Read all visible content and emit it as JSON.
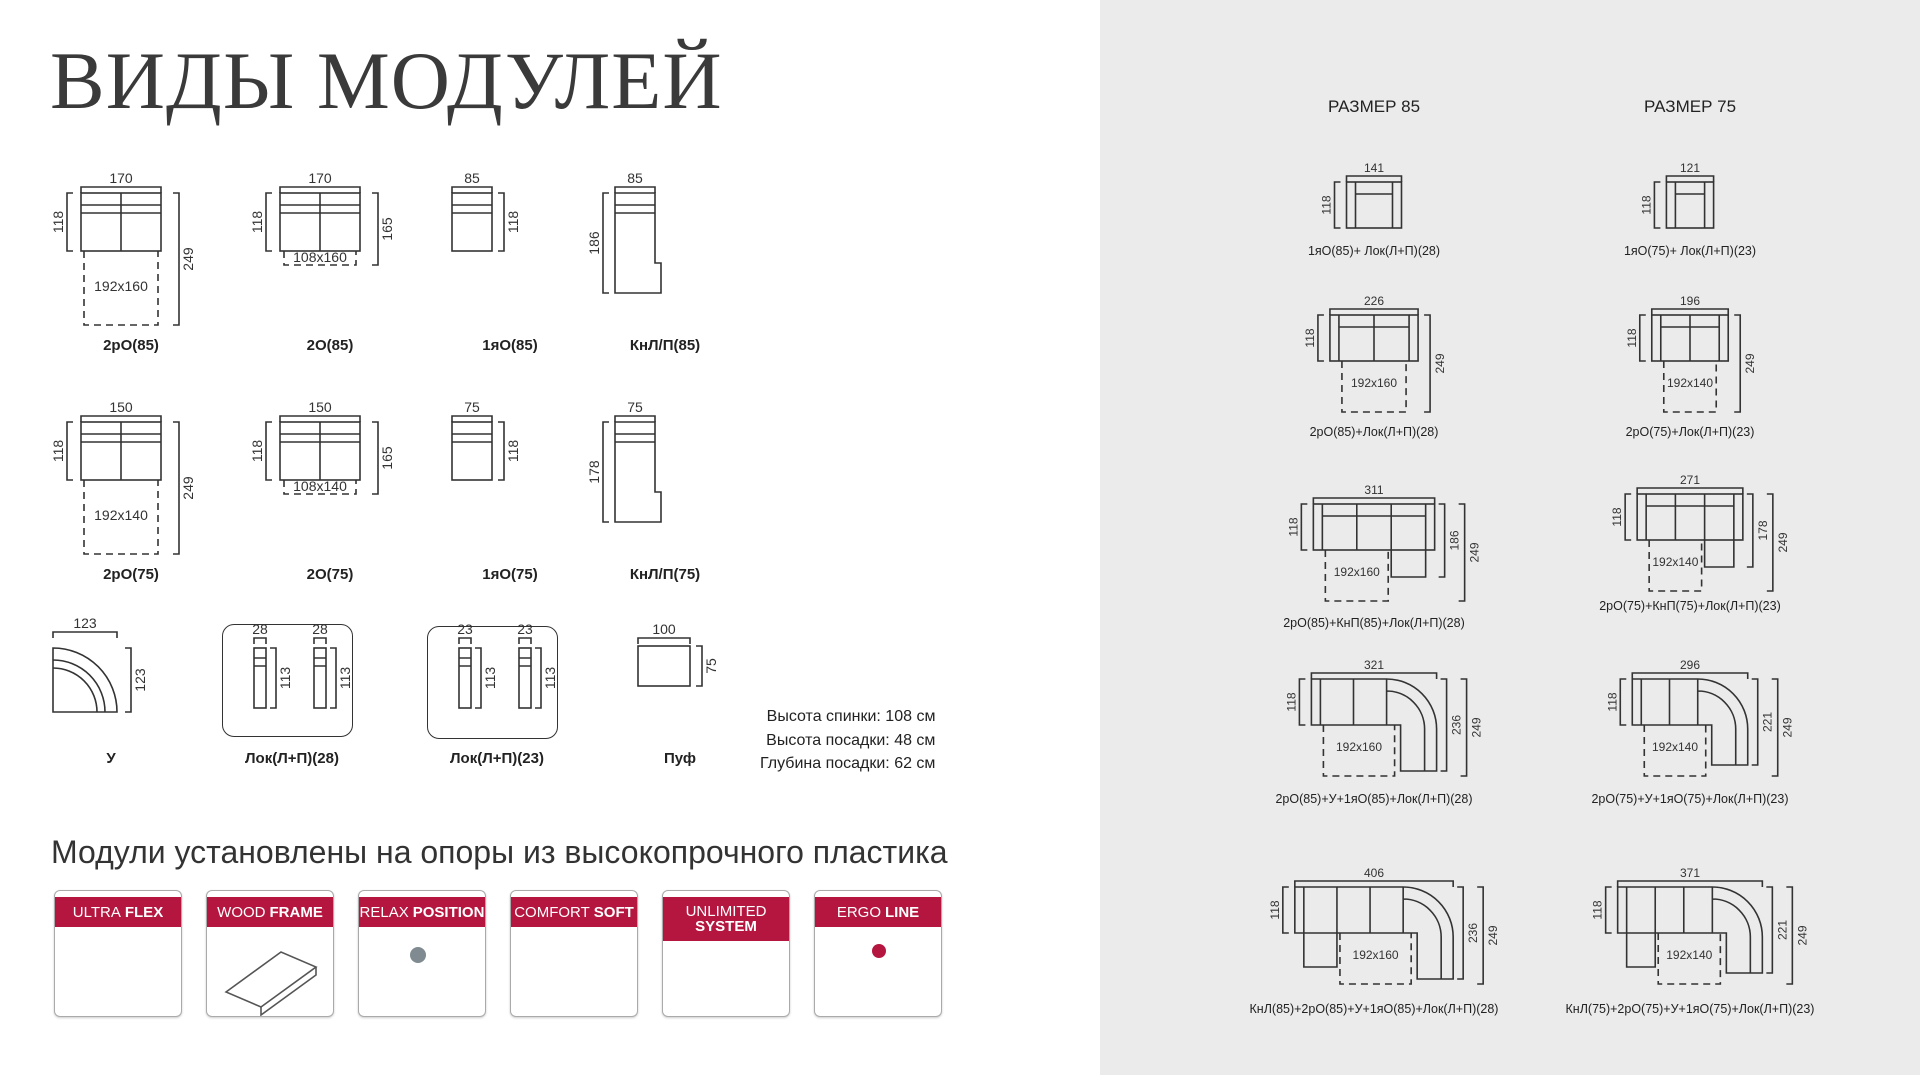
{
  "title": "ВИДЫ МОДУЛЕЙ",
  "left": {
    "modules": [
      {
        "label": "2рО(85)",
        "dims": [
          "170",
          "118",
          "249"
        ],
        "bed": "192x160"
      },
      {
        "label": "2О(85)",
        "dims": [
          "170",
          "118",
          "165"
        ],
        "bed": "108x160"
      },
      {
        "label": "1яО(85)",
        "dims": [
          "85",
          "118"
        ]
      },
      {
        "label": "КнЛ/П(85)",
        "dims": [
          "85",
          "186"
        ]
      },
      {
        "label": "2рО(75)",
        "dims": [
          "150",
          "118",
          "249"
        ],
        "bed": "192x140"
      },
      {
        "label": "2О(75)",
        "dims": [
          "150",
          "118",
          "165"
        ],
        "bed": "108x140"
      },
      {
        "label": "1яО(75)",
        "dims": [
          "75",
          "118"
        ]
      },
      {
        "label": "КнЛ/П(75)",
        "dims": [
          "75",
          "178"
        ]
      },
      {
        "label": "У",
        "dims": [
          "123",
          "123"
        ]
      },
      {
        "label": "Лок(Л+П)(28)",
        "dims": [
          "28",
          "28",
          "113",
          "113"
        ]
      },
      {
        "label": "Лок(Л+П)(23)",
        "dims": [
          "23",
          "23",
          "113",
          "113"
        ]
      },
      {
        "label": "Пуф",
        "dims": [
          "100",
          "75"
        ]
      }
    ],
    "specs": [
      "Высота спинки: 108 см",
      "Высота посадки:  48 см",
      "Глубина посадки: 62 см"
    ],
    "subtitle": "Модули установлены на опоры из высокопрочного пластика",
    "badges": [
      {
        "light": "ULTRA",
        "bold": "FLEX",
        "icon": "foam-layers-icon"
      },
      {
        "light": "WOOD",
        "bold": "FRAME",
        "icon": "wood-plank-icon"
      },
      {
        "light": "RELAX",
        "bold": "POSITION",
        "icon": "recliner-icon"
      },
      {
        "light": "COMFORT",
        "bold": "SOFT",
        "icon": "feather-icon"
      },
      {
        "light": "UNLIMITED",
        "bold": "SYSTEM",
        "icon": "modules-swap-icon"
      },
      {
        "light": "ERGO",
        "bold": "LINE",
        "icon": "reading-chair-icon"
      }
    ],
    "brand_color": "#b5163f"
  },
  "right": {
    "headers": [
      "РАЗМЕР 85",
      "РАЗМЕР 75"
    ],
    "configs85": [
      {
        "label": "1яО(85)+ Лок(Л+П)(28)",
        "dims": [
          "141",
          "118"
        ]
      },
      {
        "label": "2рО(85)+Лок(Л+П)(28)",
        "dims": [
          "226",
          "118",
          "249"
        ],
        "bed": "192x160"
      },
      {
        "label": "2рО(85)+КнП(85)+Лок(Л+П)(28)",
        "dims": [
          "311",
          "118",
          "186",
          "249"
        ],
        "bed": "192x160"
      },
      {
        "label": "2рО(85)+У+1яО(85)+Лок(Л+П)(28)",
        "dims": [
          "321",
          "118",
          "236",
          "249"
        ],
        "bed": "192x160"
      },
      {
        "label": "КнЛ(85)+2рО(85)+У+1яО(85)+Лок(Л+П)(28)",
        "dims": [
          "406",
          "118",
          "236",
          "249"
        ],
        "bed": "192x160"
      }
    ],
    "configs75": [
      {
        "label": "1яО(75)+ Лок(Л+П)(23)",
        "dims": [
          "121",
          "118"
        ]
      },
      {
        "label": "2рО(75)+Лок(Л+П)(23)",
        "dims": [
          "196",
          "118",
          "249"
        ],
        "bed": "192x140"
      },
      {
        "label": "2рО(75)+КнП(75)+Лок(Л+П)(23)",
        "dims": [
          "271",
          "118",
          "178",
          "249"
        ],
        "bed": "192x140"
      },
      {
        "label": "2рО(75)+У+1яО(75)+Лок(Л+П)(23)",
        "dims": [
          "296",
          "118",
          "221",
          "249"
        ],
        "bed": "192x140"
      },
      {
        "label": "КнЛ(75)+2рО(75)+У+1яО(75)+Лок(Л+П)(23)",
        "dims": [
          "371",
          "118",
          "221",
          "249"
        ],
        "bed": "192x140"
      }
    ]
  }
}
